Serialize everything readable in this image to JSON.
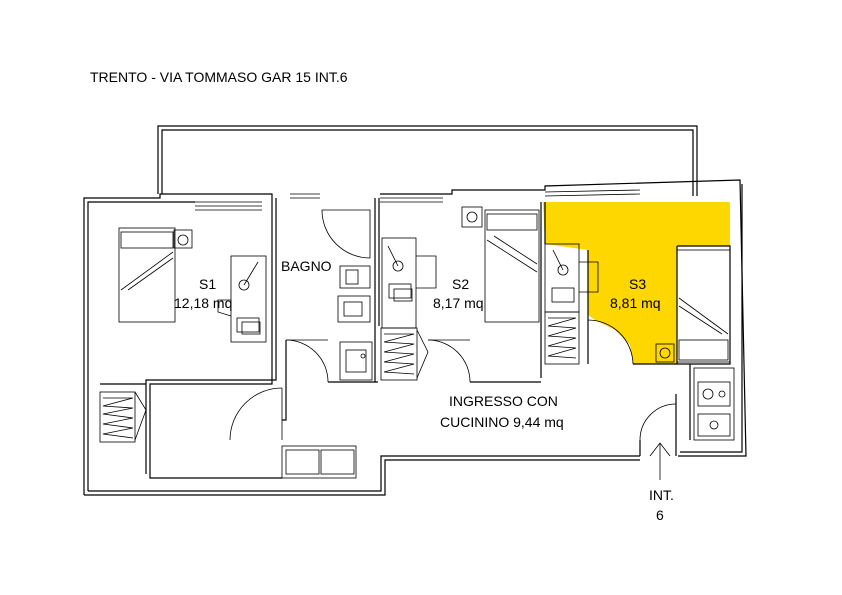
{
  "title": "TRENTO - VIA TOMMASO GAR 15 INT.6",
  "rooms": {
    "s1": {
      "name": "S1",
      "area": "12,18 mq"
    },
    "bagno": {
      "name": "BAGNO"
    },
    "s2": {
      "name": "S2",
      "area": "8,17 mq"
    },
    "s3": {
      "name": "S3",
      "area": "8,81 mq"
    },
    "ingresso": {
      "name": "INGRESSO CON",
      "area": "CUCININO 9,44 mq"
    }
  },
  "entrance": {
    "line1": "INT.",
    "line2": "6"
  },
  "colors": {
    "highlight": "#FFD700",
    "line": "#000000"
  }
}
